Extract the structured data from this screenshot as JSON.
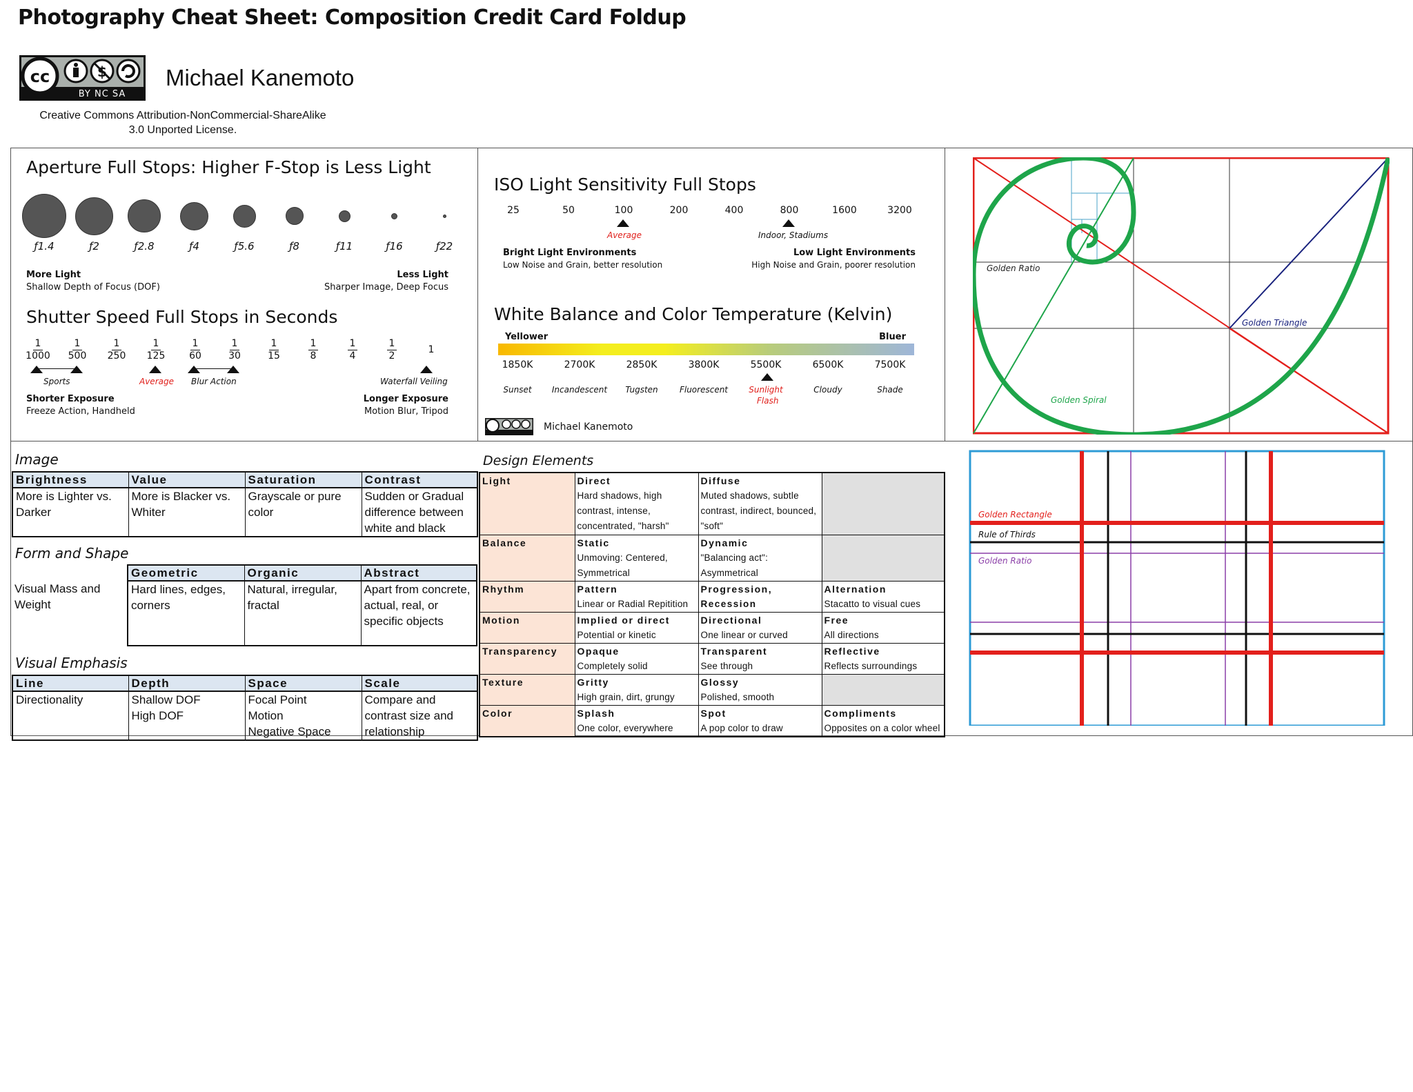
{
  "header": {
    "title": "Photography Cheat Sheet: Composition Credit Card Foldup",
    "author": "Michael Kanemoto",
    "license_line1": "Creative Commons Attribution-NonCommercial-ShareAlike",
    "license_line2": "3.0 Unported License.",
    "cc_badge": {
      "top": "cc",
      "bottom": "BY  NC  SA"
    }
  },
  "aperture": {
    "title": "Aperture Full Stops: Higher F-Stop is Less Light",
    "stops": [
      "ƒ1.4",
      "ƒ2",
      "ƒ2.8",
      "ƒ4",
      "ƒ5.6",
      "ƒ8",
      "ƒ11",
      "ƒ16",
      "ƒ22"
    ],
    "left_bold": "More Light",
    "left_text": "Shallow Depth of Focus (DOF)",
    "right_bold": "Less Light",
    "right_text": "Sharper Image, Deep Focus"
  },
  "shutter": {
    "title": "Shutter Speed Full Stops in Seconds",
    "stops": [
      [
        "1",
        "1000"
      ],
      [
        "1",
        "500"
      ],
      [
        "1",
        "250"
      ],
      [
        "1",
        "125"
      ],
      [
        "1",
        "60"
      ],
      [
        "1",
        "30"
      ],
      [
        "1",
        "15"
      ],
      [
        "1",
        "8"
      ],
      [
        "1",
        "4"
      ],
      [
        "1",
        "2"
      ],
      [
        "1",
        ""
      ]
    ],
    "marker_sports": "Sports",
    "marker_average": "Average",
    "marker_blur": "Blur Action",
    "marker_waterfall": "Waterfall Veiling",
    "left_bold": "Shorter Exposure",
    "left_text": "Freeze Action, Handheld",
    "right_bold": "Longer Exposure",
    "right_text": "Motion Blur, Tripod"
  },
  "iso": {
    "title": "ISO Light Sensitivity Full Stops",
    "stops": [
      "25",
      "50",
      "100",
      "200",
      "400",
      "800",
      "1600",
      "3200"
    ],
    "marker_average": "Average",
    "marker_indoor": "Indoor, Stadiums",
    "left_bold": "Bright Light Environments",
    "left_text": "Low Noise and Grain, better resolution",
    "right_bold": "Low Light Environments",
    "right_text": "High Noise and Grain, poorer resolution"
  },
  "white_balance": {
    "title": "White Balance and Color Temperature (Kelvin)",
    "left_label": "Yellower",
    "right_label": "Bluer",
    "temps": [
      "1850K",
      "2700K",
      "2850K",
      "3800K",
      "5500K",
      "6500K",
      "7500K"
    ],
    "sources": [
      "Sunset",
      "Incandescent",
      "Tugsten",
      "Fluorescent",
      "Sunlight",
      "Cloudy",
      "Shade"
    ],
    "source_extra": "Flash",
    "author": "Michael Kanemoto",
    "colors": {
      "yellow": "#f8b800",
      "mid": "#f4ee1e",
      "blue": "#9eb6d8"
    }
  },
  "golden_diagram": {
    "golden_ratio": "Golden Ratio",
    "golden_triangle": "Golden Triangle",
    "golden_spiral": "Golden Spiral",
    "colors": {
      "frame": "#e3201c",
      "spiral": "#1ea54a",
      "triangle": "#1a237e",
      "grid": "#333333",
      "small": "#4aa3c8"
    }
  },
  "grid_diagram": {
    "golden_rectangle": "Golden Rectangle",
    "rule_of_thirds": "Rule of Thirds",
    "golden_ratio": "Golden Ratio",
    "colors": {
      "frame": "#2e9bd6",
      "rect": "#e3201c",
      "thirds": "#111111",
      "ratio": "#8b3fa8"
    }
  },
  "image_section": {
    "label": "Image",
    "headers": [
      "Brightness",
      "Value",
      "Saturation",
      "Contrast"
    ],
    "cells": [
      "More is  Lighter vs. Darker",
      "More is  Blacker vs. Whiter",
      "Grayscale or pure color",
      "Sudden or Gradual difference between white and black"
    ]
  },
  "form_section": {
    "label": "Form and Shape",
    "headers": [
      "Geometric",
      "Organic",
      "Abstract"
    ],
    "row_label": "Visual Mass and Weight",
    "cells": [
      "Hard lines, edges, corners",
      "Natural, irregular, fractal",
      "Apart from concrete, actual, real, or specific objects"
    ]
  },
  "emphasis_section": {
    "label": "Visual Emphasis",
    "headers": [
      "Line",
      "Depth",
      "Space",
      "Scale"
    ],
    "cells": [
      [
        "Directionality"
      ],
      [
        "Shallow DOF",
        "High DOF"
      ],
      [
        "Focal Point",
        "Motion",
        "Negative Space"
      ],
      [
        "Compare and contrast size and relationship"
      ]
    ]
  },
  "design_elements": {
    "label": "Design Elements",
    "rows": [
      {
        "name": "Light",
        "cells": [
          {
            "t": "Direct",
            "d": "Hard shadows, high contrast, intense, concentrated, \"harsh\""
          },
          {
            "t": "Diffuse",
            "d": "Muted shadows, subtle contrast, indirect, bounced, \"soft\""
          },
          null
        ]
      },
      {
        "name": "Balance",
        "cells": [
          {
            "t": "Static",
            "d": "Unmoving: Centered, Symmetrical"
          },
          {
            "t": "Dynamic",
            "d": "\"Balancing act\": Asymmetrical"
          },
          null
        ]
      },
      {
        "name": "Rhythm",
        "cells": [
          {
            "t": "Pattern",
            "d": "Linear or Radial Repitition"
          },
          {
            "t": "Progression,",
            "d": "Recession"
          },
          {
            "t": "Alternation",
            "d": "Stacatto to visual cues"
          }
        ]
      },
      {
        "name": "Motion",
        "cells": [
          {
            "t": "Implied or direct",
            "d": "Potential or kinetic"
          },
          {
            "t": "Directional",
            "d": "One linear or curved"
          },
          {
            "t": "Free",
            "d": "All directions"
          }
        ]
      },
      {
        "name": "Transparency",
        "cells": [
          {
            "t": "Opaque",
            "d": "Completely solid"
          },
          {
            "t": "Transparent",
            "d": "See through"
          },
          {
            "t": "Reflective",
            "d": "Reflects surroundings"
          }
        ]
      },
      {
        "name": "Texture",
        "cells": [
          {
            "t": "Gritty",
            "d": "High grain, dirt, grungy"
          },
          {
            "t": "Glossy",
            "d": "Polished, smooth"
          },
          null
        ]
      },
      {
        "name": "Color",
        "cells": [
          {
            "t": "Splash",
            "d": "One color, everywhere"
          },
          {
            "t": "Spot",
            "d": "A pop color to draw"
          },
          {
            "t": "Compliments",
            "d": "Opposites on a color wheel"
          }
        ]
      }
    ]
  }
}
